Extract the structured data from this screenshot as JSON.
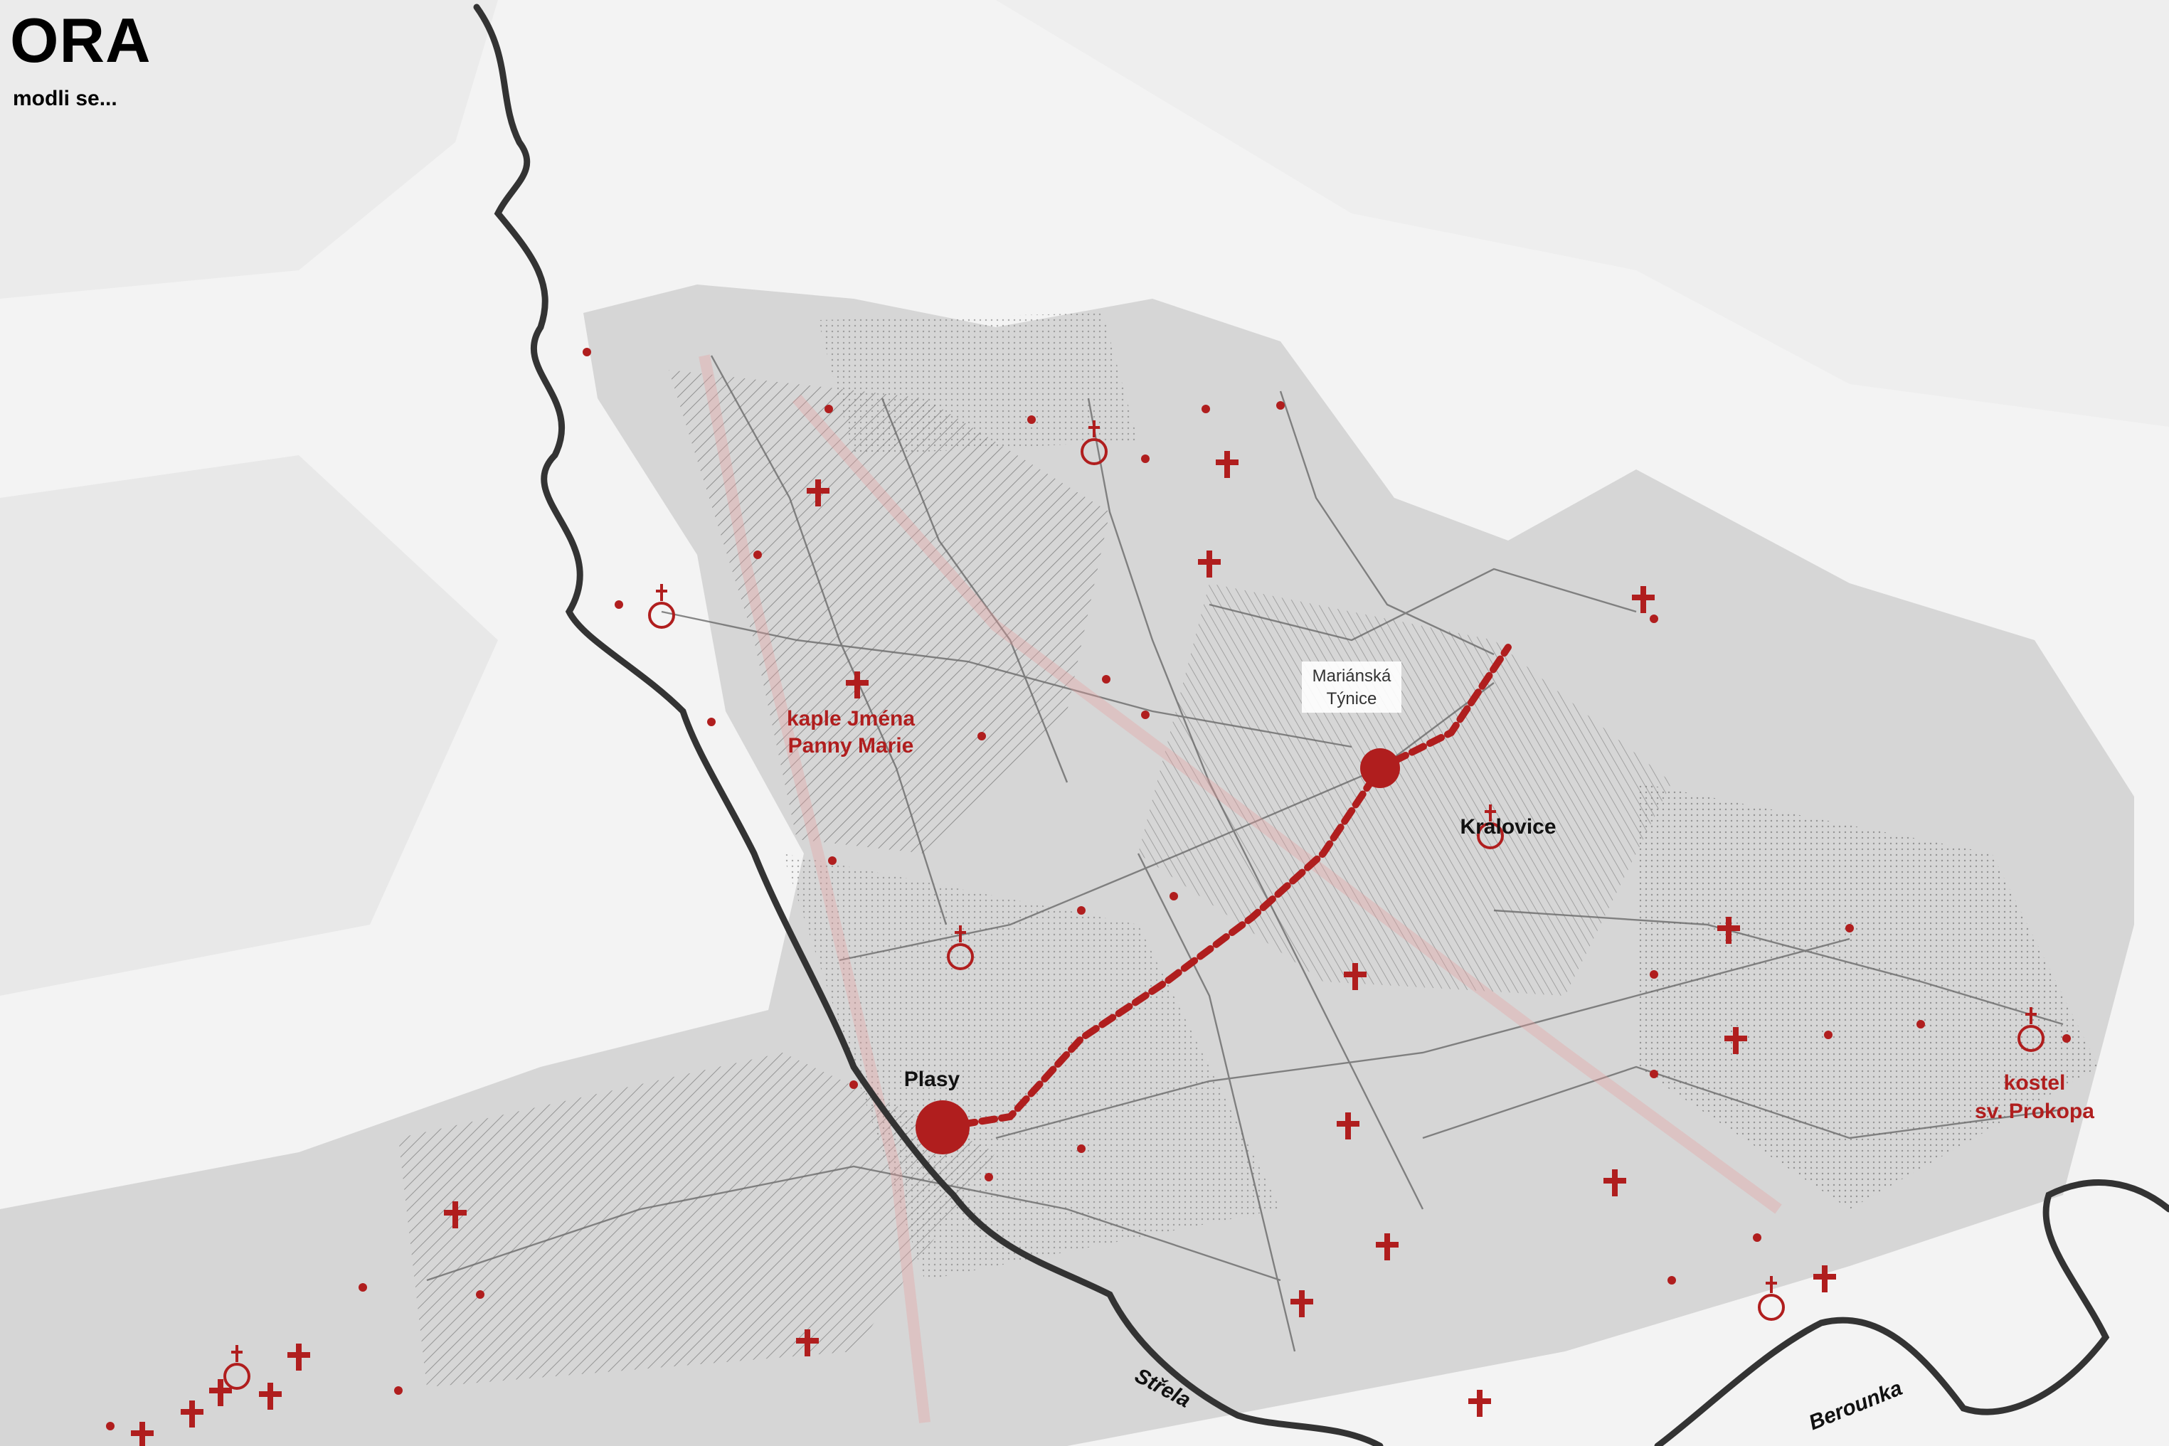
{
  "header": {
    "title": "ORA",
    "subtitle": "modli se..."
  },
  "colors": {
    "accent_red": "#b01e1e",
    "river": "#333333",
    "road": "#6a6a6a",
    "landscape": "#dcdcdc"
  },
  "labels": {
    "marianska_line1": "Mariánská",
    "marianska_line2": "Týnice",
    "kaple_line1": "kaple Jména",
    "kaple_line2": "Panny Marie",
    "kralovice": "Kralovice",
    "plasy": "Plasy",
    "kostel_line1": "kostel",
    "kostel_line2": "sv. Prokopa",
    "strela": "Střela",
    "berounka": "Berounka"
  },
  "icons": {
    "church": "latin-cross-icon",
    "chapel": "circle-with-cross-icon",
    "shrine": "small-dot-icon",
    "hub": "large-red-disc-icon"
  },
  "route": {
    "name": "pilgrimage-route",
    "style": "dashed-red"
  }
}
